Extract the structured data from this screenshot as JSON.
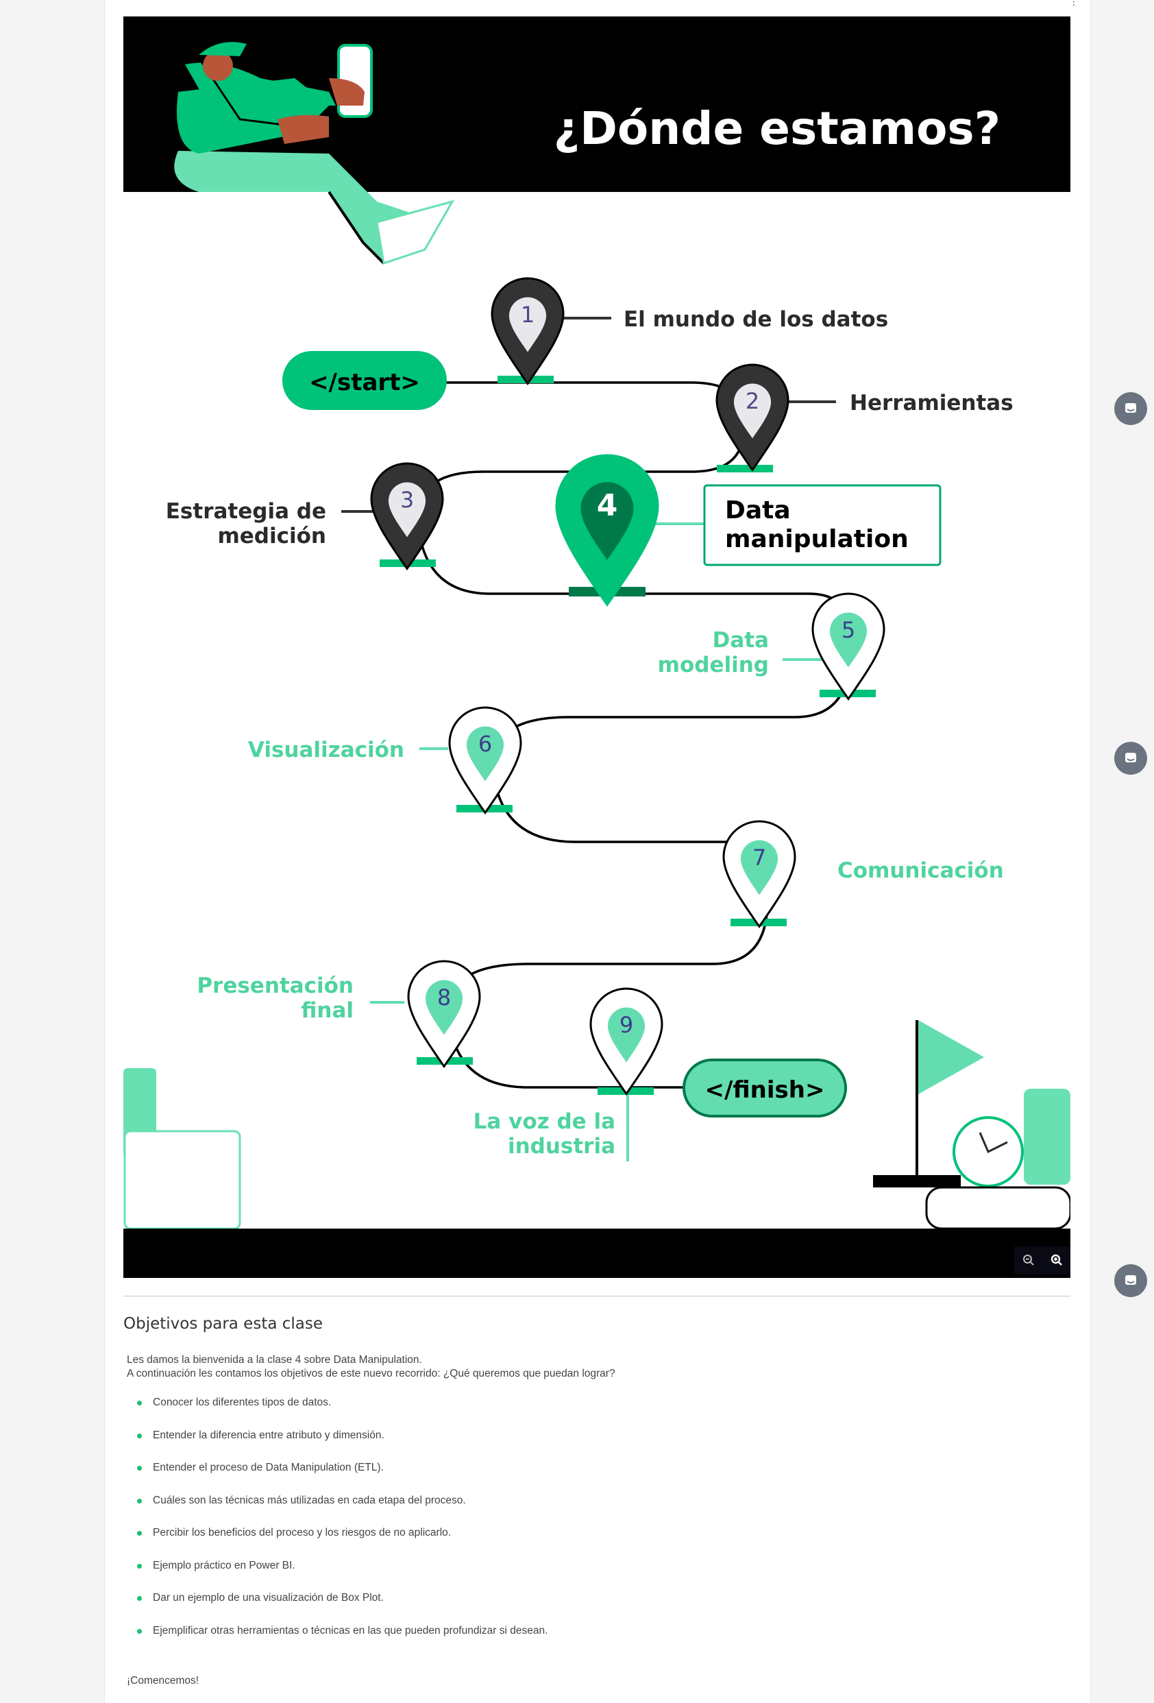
{
  "infographic": {
    "title": "¿Dónde estamos?",
    "start_label": "</start>",
    "finish_label": "</finish>",
    "stops": [
      {
        "number": "1",
        "label_line1": "El mundo de los datos",
        "label_line2": ""
      },
      {
        "number": "2",
        "label_line1": "Herramientas",
        "label_line2": ""
      },
      {
        "number": "3",
        "label_line1": "Estrategia de",
        "label_line2": "medición"
      },
      {
        "number": "4",
        "label_line1": "Data",
        "label_line2": "manipulation"
      },
      {
        "number": "5",
        "label_line1": "Data",
        "label_line2": "modeling"
      },
      {
        "number": "6",
        "label_line1": "Visualización",
        "label_line2": ""
      },
      {
        "number": "7",
        "label_line1": "Comunicación",
        "label_line2": ""
      },
      {
        "number": "8",
        "label_line1": "Presentación",
        "label_line2": "final"
      },
      {
        "number": "9",
        "label_line1": "La voz de la",
        "label_line2": "industria"
      }
    ]
  },
  "zoom": {
    "zoom_out": "zoom-out-icon",
    "zoom_in": "zoom-in-icon"
  },
  "content": {
    "section_title": "Objetivos para esta clase",
    "intro_line1": "Les damos la bienvenida a la clase 4 sobre Data Manipulation.",
    "intro_line2": "A continuación les contamos los objetivos de este nuevo recorrido: ¿Qué queremos que puedan lograr?",
    "objectives": [
      "Conocer los diferentes tipos de datos.",
      "Entender la diferencia entre atributo y dimensión.",
      "Entender el proceso de Data Manipulation (ETL).",
      "Cuáles son las técnicas más utilizadas en cada etapa del proceso.",
      "Percibir los beneficios del proceso y los riesgos de no aplicarlo.",
      "Ejemplo práctico en Power BI.",
      "Dar un ejemplo de una visualización de Box Plot.",
      "Ejemplificar otras herramientas o técnicas en las que pueden profundizar si desean."
    ],
    "closing": "¡Comencemos!"
  },
  "colors": {
    "accent": "#00c278",
    "accent_light": "#63ddb0",
    "dark_green": "#00794a",
    "pin_dark": "#333333",
    "text_dark": "#2b2b2b"
  }
}
